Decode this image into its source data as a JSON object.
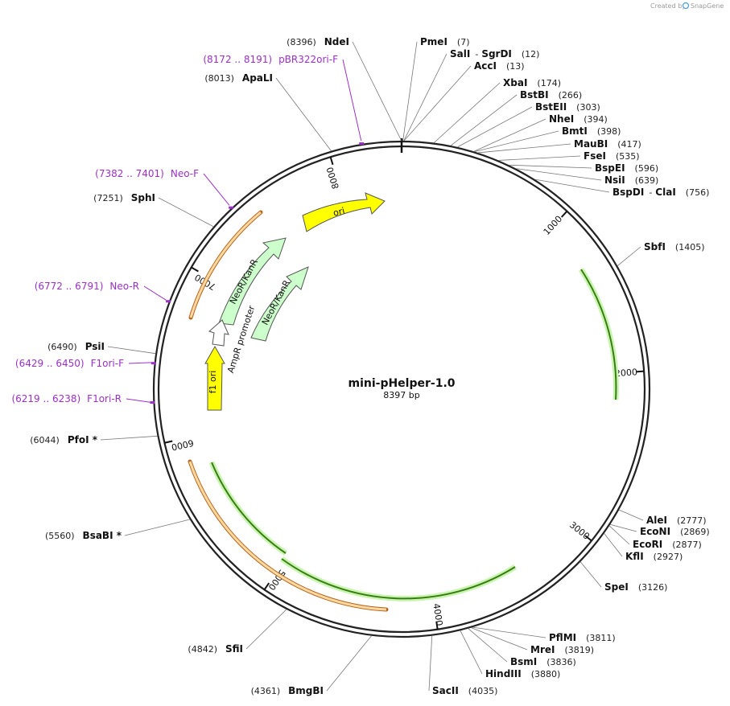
{
  "credit": {
    "text": "Created by",
    "brand": "SnapGene"
  },
  "plasmid": {
    "name": "mini-pHelper-1.0",
    "size_label": "8397 bp",
    "length": 8397
  },
  "ticks": [
    "1000",
    "2000",
    "3000",
    "4000",
    "5000",
    "6000",
    "7000",
    "8000"
  ],
  "sites": [
    {
      "name": "NdeI",
      "pos": "(8396)"
    },
    {
      "name": "PmeI",
      "pos": "(7)"
    },
    {
      "name": "SalI",
      "sep": "-",
      "name2": "SgrDI",
      "pos": "(12)"
    },
    {
      "name": "AccI",
      "pos": "(13)"
    },
    {
      "name": "XbaI",
      "pos": "(174)"
    },
    {
      "name": "BstBI",
      "pos": "(266)"
    },
    {
      "name": "BstEII",
      "pos": "(303)"
    },
    {
      "name": "NheI",
      "pos": "(394)"
    },
    {
      "name": "BmtI",
      "pos": "(398)"
    },
    {
      "name": "MauBI",
      "pos": "(417)"
    },
    {
      "name": "FseI",
      "pos": "(535)"
    },
    {
      "name": "BspEI",
      "pos": "(596)"
    },
    {
      "name": "NsiI",
      "pos": "(639)"
    },
    {
      "name": "BspDI",
      "sep": "-",
      "name2": "ClaI",
      "pos": "(756)"
    },
    {
      "name": "SbfI",
      "pos": "(1405)"
    },
    {
      "name": "AleI",
      "pos": "(2777)"
    },
    {
      "name": "EcoNI",
      "pos": "(2869)"
    },
    {
      "name": "EcoRI",
      "pos": "(2877)"
    },
    {
      "name": "KflI",
      "pos": "(2927)"
    },
    {
      "name": "SpeI",
      "pos": "(3126)"
    },
    {
      "name": "PflMI",
      "pos": "(3811)"
    },
    {
      "name": "MreI",
      "pos": "(3819)"
    },
    {
      "name": "BsmI",
      "pos": "(3836)"
    },
    {
      "name": "HindIII",
      "pos": "(3880)"
    },
    {
      "name": "SacII",
      "pos": "(4035)"
    },
    {
      "name": "BmgBI",
      "pos": "(4361)"
    },
    {
      "name": "SfiI",
      "pos": "(4842)"
    },
    {
      "name": "BsaBI *",
      "pos": "(5560)"
    },
    {
      "name": "PfoI *",
      "pos": "(6044)"
    },
    {
      "name": "PsiI",
      "pos": "(6490)"
    },
    {
      "name": "SphI",
      "pos": "(7251)"
    },
    {
      "name": "ApaLI",
      "pos": "(8013)"
    }
  ],
  "primers": [
    {
      "name": "pBR322ori-F",
      "range": "(8172 .. 8191)"
    },
    {
      "name": "Neo-F",
      "range": "(7382 .. 7401)"
    },
    {
      "name": "Neo-R",
      "range": "(6772 .. 6791)"
    },
    {
      "name": "F1ori-F",
      "range": "(6429 .. 6450)"
    },
    {
      "name": "F1ori-R",
      "range": "(6219 .. 6238)"
    }
  ],
  "features": [
    {
      "label": "ori",
      "color": "#ffff00"
    },
    {
      "label": "NeoR/KanR",
      "color": "#ccffcc"
    },
    {
      "label": "NeoR/KanR",
      "color": "#ccffcc"
    },
    {
      "label": "AmpR promoter",
      "color": "#ffffff"
    },
    {
      "label": "f1 ori",
      "color": "#ffff00"
    }
  ],
  "colors": {
    "primer": "#9b30c8",
    "orf_fill": "#ffd9a0",
    "orf_stroke": "#b5651d",
    "green_orf": "#c8f5b0",
    "green_stroke": "#3a7d12"
  }
}
